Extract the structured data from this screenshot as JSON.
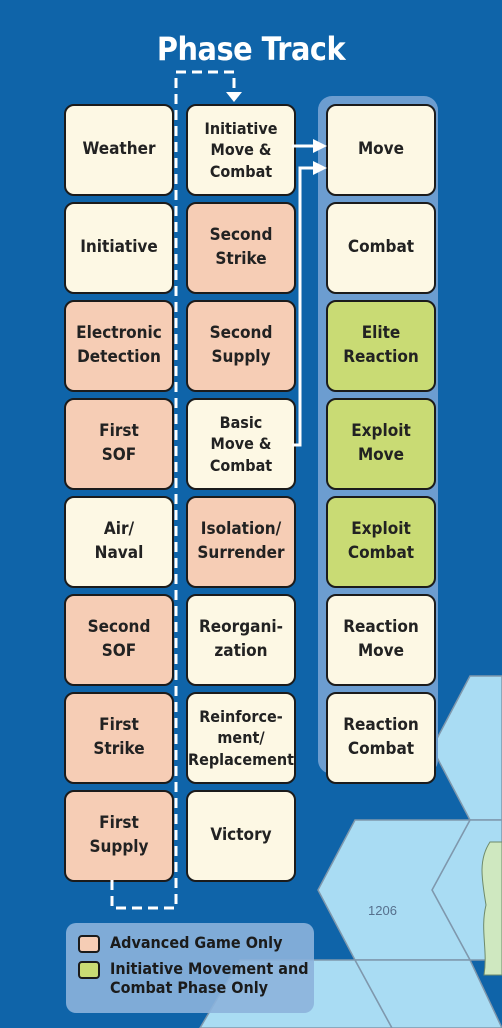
{
  "title": "Phase Track",
  "columns": [
    [
      {
        "label": "Weather",
        "color": "cream"
      },
      {
        "label": "Initiative",
        "color": "cream"
      },
      {
        "label": "Electronic\nDetection",
        "color": "pink"
      },
      {
        "label": "First\nSOF",
        "color": "pink"
      },
      {
        "label": "Air/\nNaval",
        "color": "cream"
      },
      {
        "label": "Second\nSOF",
        "color": "pink"
      },
      {
        "label": "First\nStrike",
        "color": "pink"
      },
      {
        "label": "First\nSupply",
        "color": "pink"
      }
    ],
    [
      {
        "label": "Initiative\nMove &\nCombat",
        "color": "cream"
      },
      {
        "label": "Second\nStrike",
        "color": "pink"
      },
      {
        "label": "Second\nSupply",
        "color": "pink"
      },
      {
        "label": "Basic\nMove &\nCombat",
        "color": "cream"
      },
      {
        "label": "Isolation/\nSurrender",
        "color": "pink"
      },
      {
        "label": "Reorgani-\nzation",
        "color": "cream"
      },
      {
        "label": "Reinforce-\nment/\nReplacement",
        "color": "cream"
      },
      {
        "label": "Victory",
        "color": "cream"
      }
    ],
    [
      {
        "label": "Move",
        "color": "cream"
      },
      {
        "label": "Combat",
        "color": "cream"
      },
      {
        "label": "Elite\nReaction",
        "color": "green"
      },
      {
        "label": "Exploit\nMove",
        "color": "green"
      },
      {
        "label": "Exploit\nCombat",
        "color": "green"
      },
      {
        "label": "Reaction\nMove",
        "color": "cream"
      },
      {
        "label": "Reaction\nCombat",
        "color": "cream"
      }
    ]
  ],
  "legend": [
    {
      "label": "Advanced Game Only",
      "color": "pink"
    },
    {
      "label": "Initiative Movement and\nCombat Phase Only",
      "color": "green"
    }
  ],
  "hex_labels": [
    "1206"
  ],
  "colors": {
    "background": "#0f64a9",
    "cream": "#fdf8e4",
    "pink": "#f6cdb5",
    "green": "#c9db74",
    "frame": "#6c9dd0",
    "hex_fill": "#a9dcf3"
  }
}
